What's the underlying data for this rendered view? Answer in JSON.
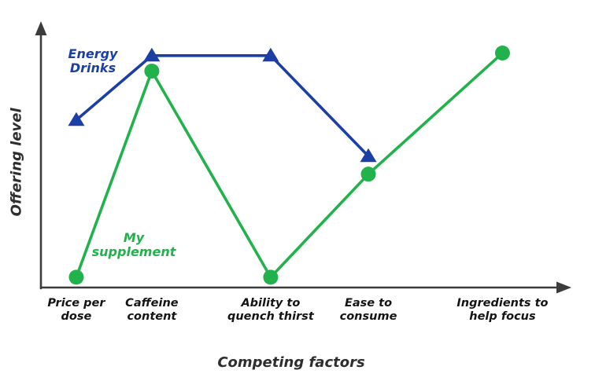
{
  "chart_data": {
    "type": "line",
    "title": "",
    "xlabel": "Competing factors",
    "ylabel": "Offering level",
    "categories": [
      "Price per\ndose",
      "Caffeine\ncontent",
      "Ability to\nquench thirst",
      "Ease to\nconsume",
      "Ingredients to\nhelp focus"
    ],
    "x_fractions": [
      0.067,
      0.21,
      0.435,
      0.62,
      0.874
    ],
    "ylim": [
      0,
      10
    ],
    "grid": false,
    "legend_position": "inline-labels",
    "axis_color": "#3c3c3c",
    "series": [
      {
        "name": "Energy Drinks",
        "label": "Energy\nDrinks",
        "color": "#1b3fa5",
        "marker": "triangle",
        "values": [
          6.5,
          9,
          9,
          5.1,
          null
        ]
      },
      {
        "name": "My supplement",
        "label": "My\nsupplement",
        "color": "#21b24b",
        "marker": "circle",
        "values": [
          0.4,
          8.4,
          0.4,
          4.4,
          9.1
        ]
      }
    ]
  }
}
